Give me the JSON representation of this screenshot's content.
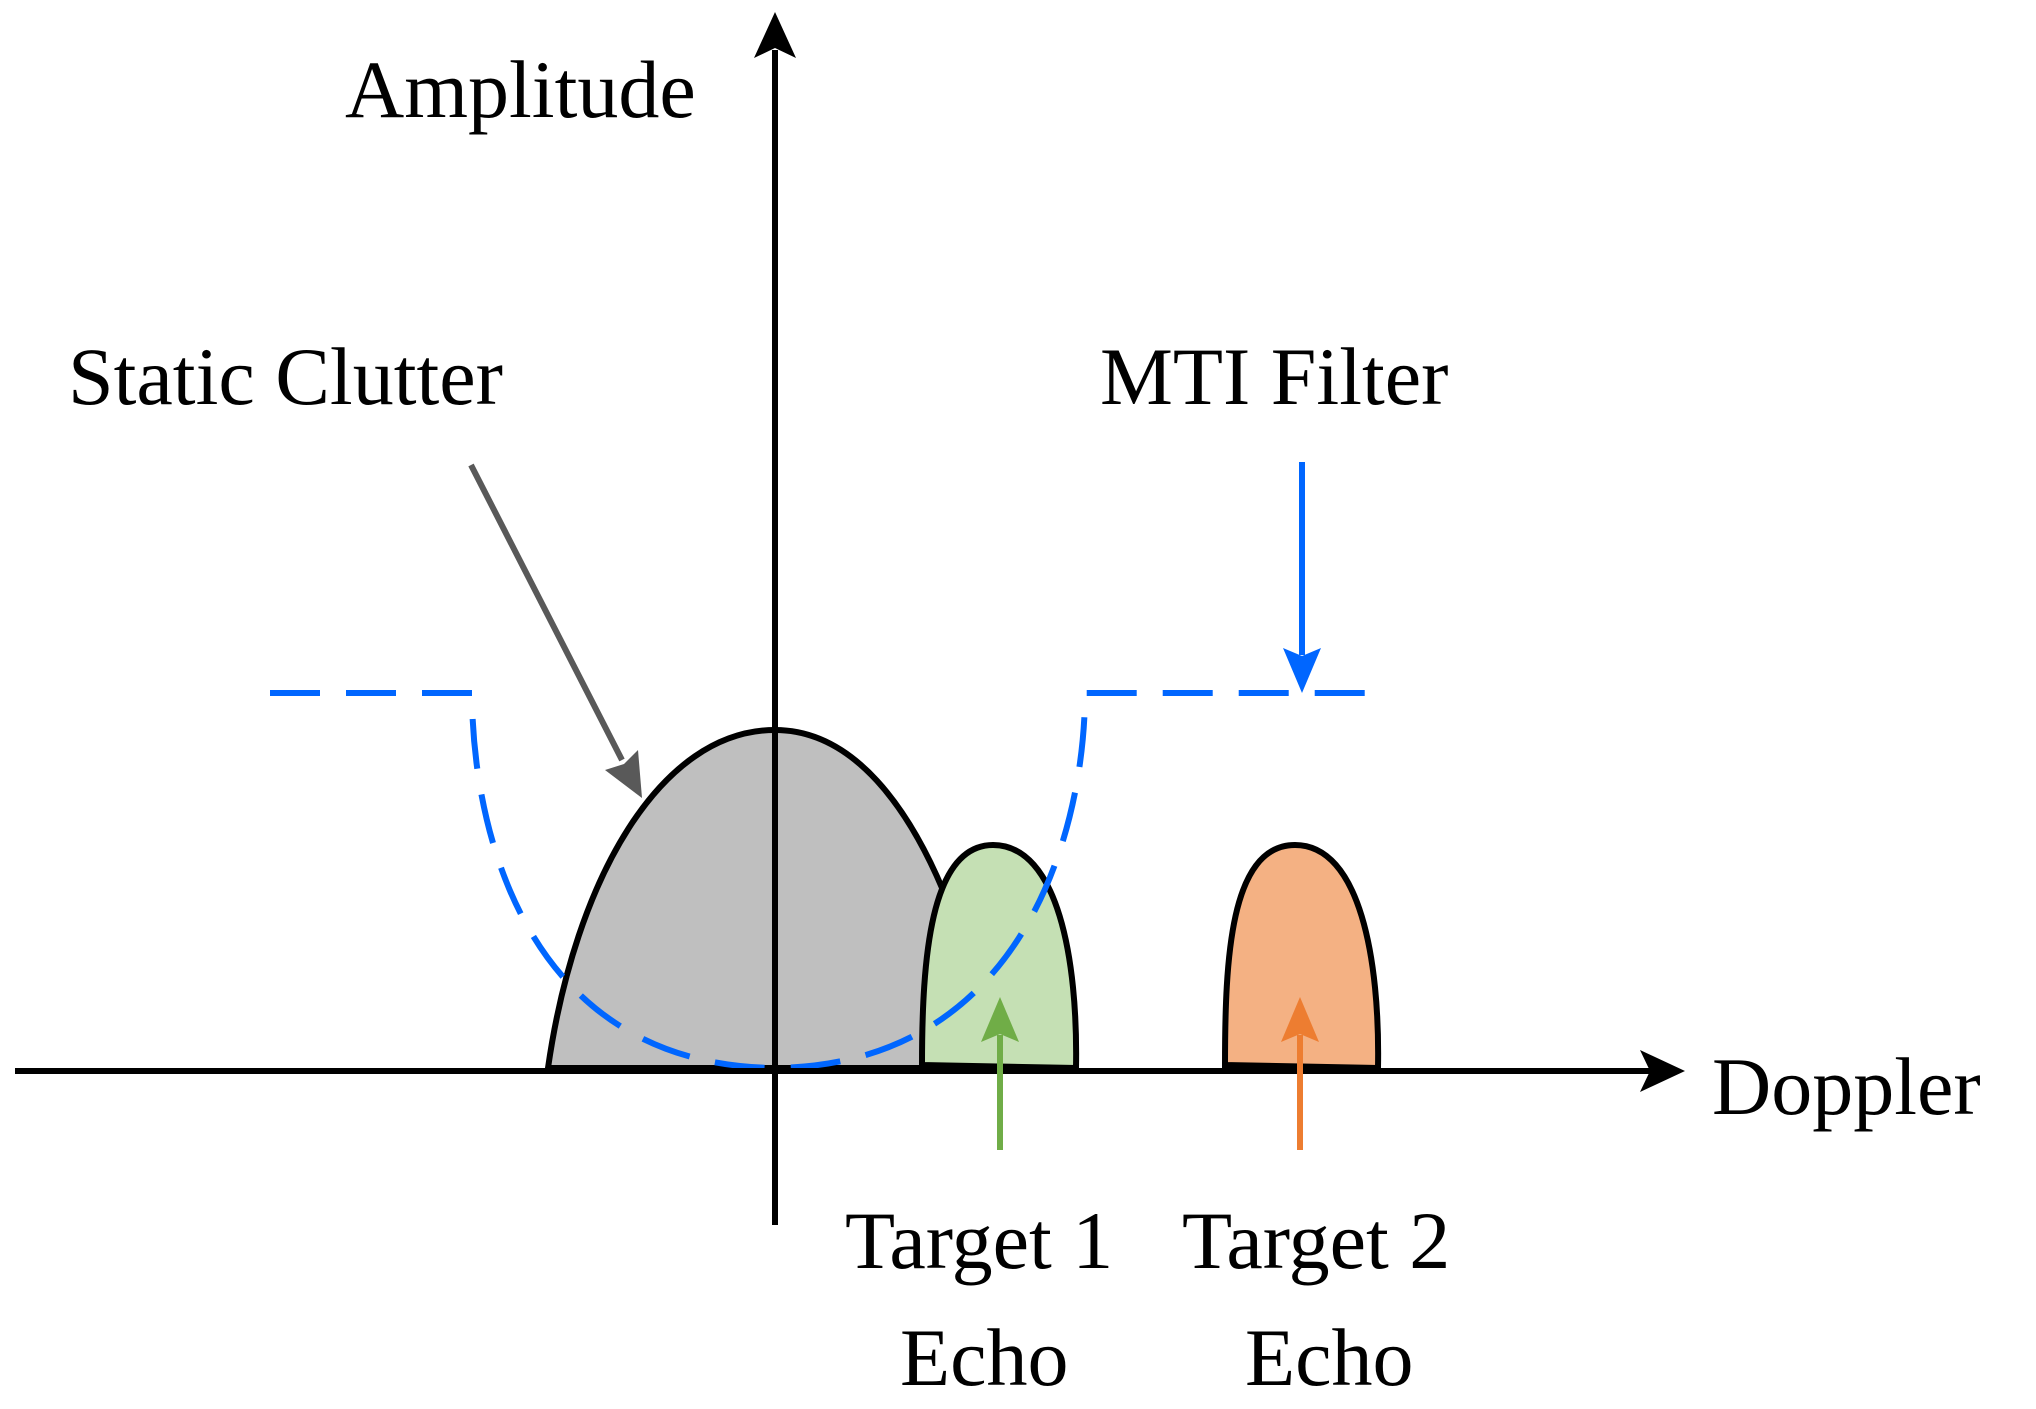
{
  "labels": {
    "y_axis": "Amplitude",
    "x_axis": "Doppler",
    "static_clutter": "Static Clutter",
    "mti_filter": "MTI Filter",
    "target1_line1": "Target 1",
    "target1_line2": "Echo",
    "target2_line1": "Target 2",
    "target2_line2": "Echo"
  },
  "colors": {
    "axis": "#000000",
    "clutter_fill": "#bfbfbf",
    "clutter_arrow": "#595959",
    "filter": "#0066ff",
    "target1_fill": "#c5e0b4",
    "target1_arrow": "#70ad47",
    "target2_fill": "#f4b183",
    "target2_arrow": "#ed7d31"
  }
}
